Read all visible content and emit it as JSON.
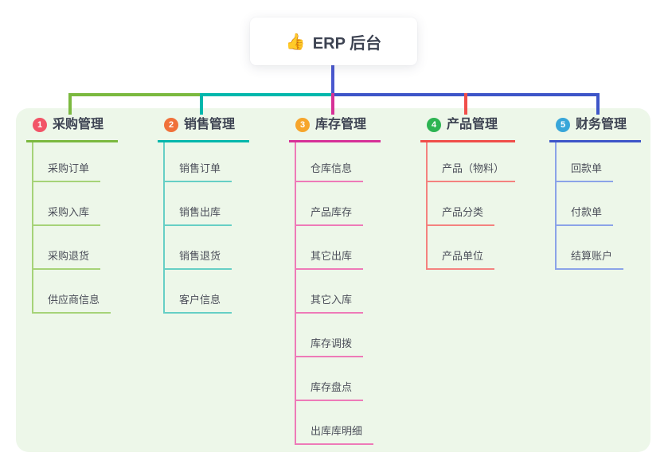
{
  "root": {
    "icon": "👍",
    "title": "ERP 后台"
  },
  "connector": {
    "root_line_color": "#4a58cf"
  },
  "panel_color": "#edf7e9",
  "branches": [
    {
      "num": "1",
      "title": "采购管理",
      "colors": {
        "badge": "#f25467",
        "line": "#7bb93f",
        "subline": "#a6d378"
      },
      "items": [
        "采购订单",
        "采购入库",
        "采购退货",
        "供应商信息"
      ]
    },
    {
      "num": "2",
      "title": "销售管理",
      "colors": {
        "badge": "#f0713a",
        "line": "#00b7ac",
        "subline": "#66cfc5"
      },
      "items": [
        "销售订单",
        "销售出库",
        "销售退货",
        "客户信息"
      ]
    },
    {
      "num": "3",
      "title": "库存管理",
      "colors": {
        "badge": "#f6a52b",
        "line": "#d63197",
        "subline": "#ee7ab8"
      },
      "items": [
        "仓库信息",
        "产品库存",
        "其它出库",
        "其它入库",
        "库存调拨",
        "库存盘点",
        "出库库明细"
      ]
    },
    {
      "num": "4",
      "title": "产品管理",
      "colors": {
        "badge": "#2db452",
        "line": "#f04e4a",
        "subline": "#f4827f"
      },
      "items": [
        "产品（物料）",
        "产品分类",
        "产品单位"
      ]
    },
    {
      "num": "5",
      "title": "财务管理",
      "colors": {
        "badge": "#38a6d9",
        "line": "#3d55c8",
        "subline": "#8ba3e8"
      },
      "items": [
        "回款单",
        "付款单",
        "结算账户"
      ]
    }
  ]
}
